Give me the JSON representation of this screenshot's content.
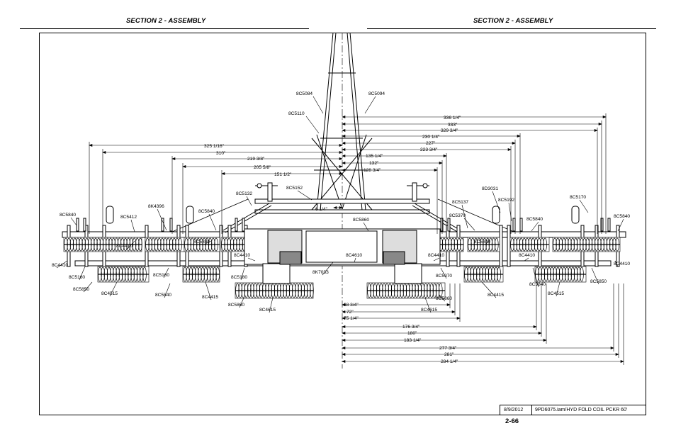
{
  "header": {
    "left_title": "SECTION 2 - ASSEMBLY",
    "right_title": "SECTION 2 - ASSEMBLY"
  },
  "title_block": {
    "date": "8/9/2012",
    "file": "9PD6075.iam/HYD FOLD COIL PCKR 60'"
  },
  "page_number": "2-66",
  "dimensions": {
    "upper_left": [
      "325 1/16\"",
      "310\"",
      "219 3/8\"",
      "205 5/8\"",
      "151 1/2\""
    ],
    "upper_right": [
      "336 1/4\"",
      "333\"",
      "329 3/4\"",
      "230 1/4\"",
      "227\"",
      "223 3/4\"",
      "135 1/4\"",
      "132\"",
      "128 3/4\""
    ],
    "center": "6 1/4\"",
    "lower": [
      "68 3/4\"",
      "72\"",
      "75 1/4\"",
      "176 3/4\"",
      "180\"",
      "183 1/4\"",
      "277 3/4\"",
      "281\"",
      "284 1/4\""
    ]
  },
  "parts": {
    "tongue_left": "8C5084",
    "tongue_right": "8C5094",
    "tongue_brace": "8C5110",
    "p8C5840": "8C5840",
    "p8C5412": "8C5412",
    "p8K4396": "8K4396",
    "p8C5132": "8C5132",
    "p8C5152": "8C5152",
    "p8C5860": "8C5860",
    "p8D3031": "8D3031",
    "p8C5192": "8C5192",
    "p8C5137": "8C5137",
    "p8C5370": "8C5370",
    "p8C5170": "8C5170",
    "p8C4410": "8C4410",
    "p8C4610": "8C4610",
    "p8K7033": "8K7033",
    "p8C5160": "8C5160",
    "p8C5850": "8C5850",
    "p8C4515": "8C4515",
    "p8C4415": "8C4415",
    "p8C5180": "8C5180",
    "p8C4615": "8C4615"
  }
}
